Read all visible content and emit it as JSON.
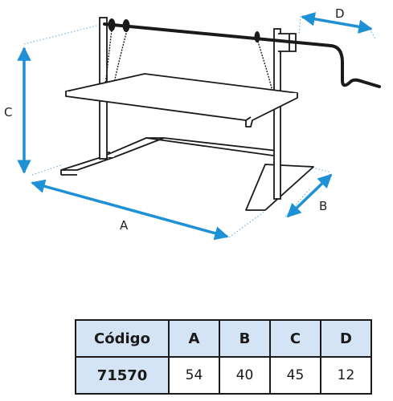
{
  "diagram": {
    "dimension_labels": {
      "a": "A",
      "b": "B",
      "c": "C",
      "d": "D"
    },
    "colors": {
      "dimension_arrow": "#1e90d6",
      "structure_line": "#1a1a1a",
      "table_header_bg": "#d4e4f4"
    }
  },
  "spec_table": {
    "headers": [
      "Código",
      "A",
      "B",
      "C",
      "D"
    ],
    "rows": [
      [
        "71570",
        "54",
        "40",
        "45",
        "12"
      ]
    ]
  }
}
